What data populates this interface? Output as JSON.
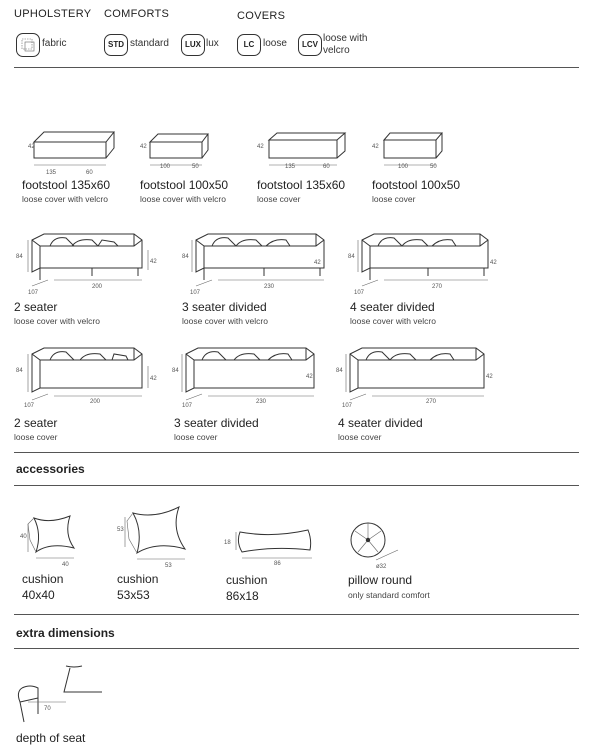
{
  "header": {
    "upholstery": "UPHOLSTERY",
    "comforts": "COMFORTS",
    "covers": "COVERS",
    "fabric_label": "fabric",
    "std_badge": "STD",
    "std_label": "standard",
    "lux_badge": "LUX",
    "lux_label": "lux",
    "lc_badge": "LC",
    "lc_label": "loose",
    "lcv_badge": "LCV",
    "lcv_label_1": "loose with",
    "lcv_label_2": "velcro"
  },
  "footstools": [
    {
      "title": "footstool 135x60",
      "sub": "loose cover with velcro",
      "h": "42",
      "w": "135",
      "d": "60"
    },
    {
      "title": "footstool 100x50",
      "sub": "loose cover with velcro",
      "h": "42",
      "w": "100",
      "d": "50"
    },
    {
      "title": "footstool 135x60",
      "sub": "loose cover",
      "h": "42",
      "w": "135",
      "d": "60"
    },
    {
      "title": "footstool 100x50",
      "sub": "loose cover",
      "h": "42",
      "w": "100",
      "d": "50"
    }
  ],
  "sofas_velcro": [
    {
      "title": "2 seater",
      "sub": "loose cover with velcro",
      "h": "84",
      "seat": "42",
      "d": "107",
      "w": "200"
    },
    {
      "title": "3 seater divided",
      "sub": "loose cover with velcro",
      "h": "84",
      "seat": "42",
      "d": "107",
      "w": "230"
    },
    {
      "title": "4 seater divided",
      "sub": "loose cover with velcro",
      "h": "84",
      "seat": "42",
      "d": "107",
      "w": "270"
    }
  ],
  "sofas_loose": [
    {
      "title": "2 seater",
      "sub": "loose cover",
      "h": "84",
      "seat": "42",
      "d": "107",
      "w": "200"
    },
    {
      "title": "3 seater divided",
      "sub": "loose cover",
      "h": "84",
      "seat": "42",
      "d": "107",
      "w": "230"
    },
    {
      "title": "4 seater divided",
      "sub": "loose cover",
      "h": "84",
      "seat": "42",
      "d": "107",
      "w": "270"
    }
  ],
  "accessories": {
    "heading": "accessories",
    "items": [
      {
        "line1": "cushion",
        "line2": "40x40",
        "dim_a": "40",
        "dim_b": "40"
      },
      {
        "line1": "cushion",
        "line2": "53x53",
        "dim_a": "53",
        "dim_b": "53"
      },
      {
        "line1": "cushion",
        "line2": "86x18",
        "dim_a": "18",
        "dim_b": "86"
      },
      {
        "line1": "pillow round",
        "line2": "only standard comfort",
        "dim_a": "ø32"
      }
    ]
  },
  "extra": {
    "heading": "extra dimensions",
    "dim": "70",
    "label": "depth of seat"
  }
}
